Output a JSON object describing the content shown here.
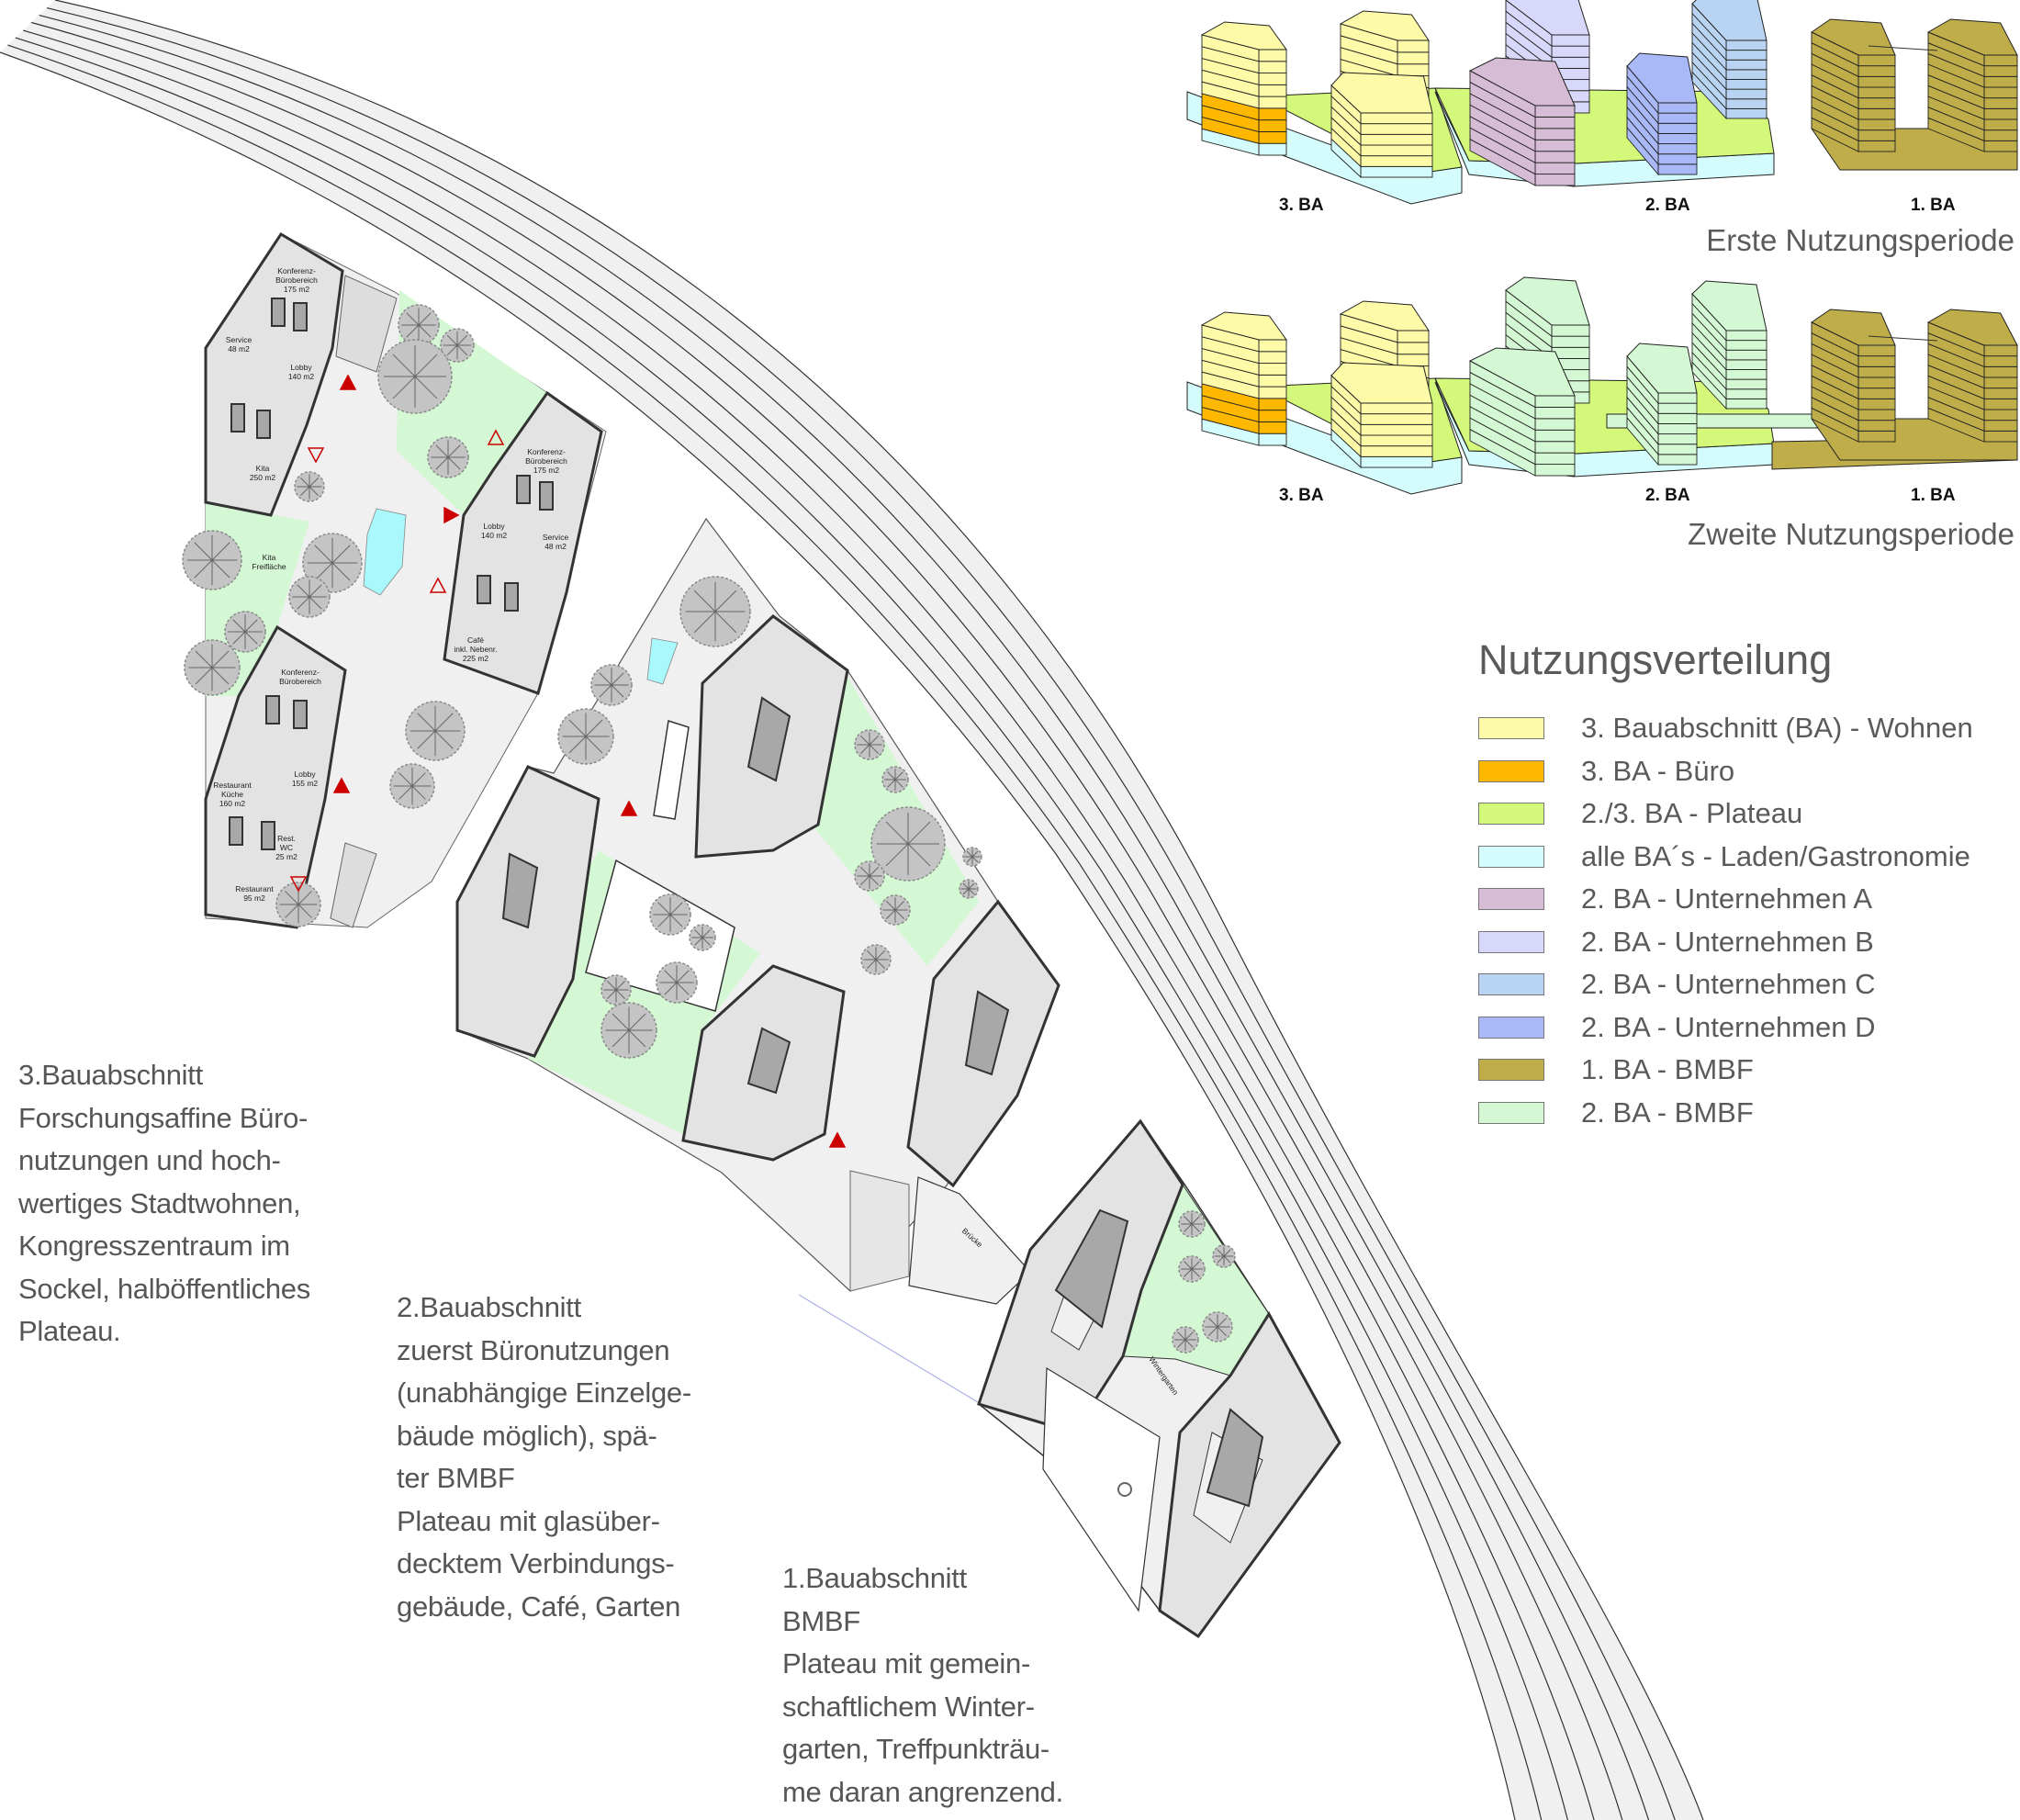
{
  "legend": {
    "title": "Nutzungsverteilung",
    "items": [
      {
        "label": "3. Bauabschnitt (BA) - Wohnen",
        "color": "#fdfaa8"
      },
      {
        "label": "3. BA - Büro",
        "color": "#ffb800"
      },
      {
        "label": "2./3. BA - Plateau",
        "color": "#d4f97a"
      },
      {
        "label": "alle BA´s - Laden/Gastronomie",
        "color": "#d4fcfc"
      },
      {
        "label": "2. BA - Unternehmen A",
        "color": "#d7bcd6"
      },
      {
        "label": "2. BA - Unternehmen B",
        "color": "#d8d8fa"
      },
      {
        "label": "2. BA - Unternehmen C",
        "color": "#b8d4f2"
      },
      {
        "label": "2. BA - Unternehmen D",
        "color": "#a9b8f6"
      },
      {
        "label": "1. BA - BMBF",
        "color": "#bfad4a"
      },
      {
        "label": "2. BA - BMBF",
        "color": "#d4f8d4"
      }
    ]
  },
  "periods": [
    {
      "title": "Erste Nutzungsperiode",
      "labels": [
        "3. BA",
        "2. BA",
        "1. BA"
      ]
    },
    {
      "title": "Zweite Nutzungsperiode",
      "labels": [
        "3. BA",
        "2. BA",
        "1. BA"
      ]
    }
  ],
  "phases": [
    {
      "lines": [
        "3.Bauabschnitt",
        "Forschungsaffine Büro-",
        "nutzungen und hoch-",
        "wertiges Stadtwohnen,",
        "Kongresszentraum im",
        "Sockel, halböffentliches",
        "Plateau."
      ]
    },
    {
      "lines": [
        "2.Bauabschnitt",
        "zuerst Büronutzungen",
        "(unabhängige Einzelge-",
        "bäude möglich), spä-",
        "ter BMBF",
        "Plateau mit glasüber-",
        "decktem Verbindungs-",
        "gebäude, Café, Garten"
      ]
    },
    {
      "lines": [
        "1.Bauabschnitt",
        "BMBF",
        "Plateau mit gemein-",
        "schaftlichem Winter-",
        "garten, Treffpunkträu-",
        "me daran angrenzend."
      ]
    }
  ],
  "plan": {
    "labels": [
      [
        "Konferenz-",
        "Bürobereich",
        "175 m2"
      ],
      [
        "Service",
        "48 m2"
      ],
      [
        "Lobby",
        "140 m2"
      ],
      [
        "Kita",
        "250 m2"
      ],
      [
        "Kita",
        "Freifläche"
      ],
      [
        "Konferenz-",
        "Bürobereich",
        "175 m2"
      ],
      [
        "Lobby",
        "140 m2"
      ],
      [
        "Service",
        "48 m2"
      ],
      [
        "Café",
        "inkl. Nebenr.",
        "225 m2"
      ],
      [
        "Konferenz-",
        "Bürobereich"
      ],
      [
        "Restaurant",
        "Küche",
        "160 m2"
      ],
      [
        "Lobby",
        "155 m2"
      ],
      [
        "Rest.",
        "WC",
        "25 m2"
      ],
      [
        "Restaurant",
        "95 m2"
      ],
      [
        "Brücke"
      ],
      [
        "Wintergarten"
      ]
    ],
    "colors": {
      "plaza": "#f0f0f0",
      "building": "#e3e3e3",
      "green": "#d4f7d4",
      "pool": "#a8f8fc",
      "core": "#a8a8a8",
      "entrance": "#cc0000"
    }
  }
}
